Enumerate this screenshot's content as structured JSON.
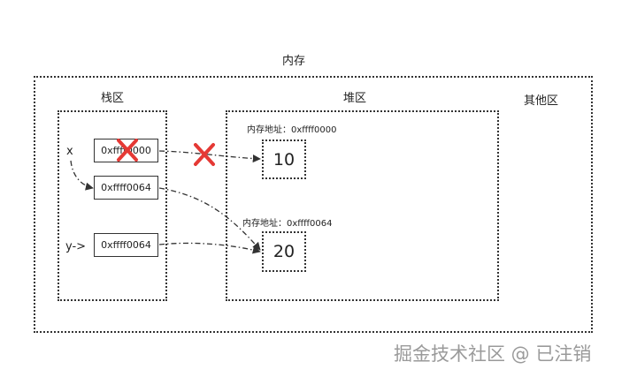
{
  "memory": {
    "title": "内存"
  },
  "stack": {
    "title": "栈区",
    "x_label": "x",
    "y_label": "y->",
    "cells": [
      "0xffff0000",
      "0xffff0064",
      "0xffff0064"
    ]
  },
  "heap": {
    "title": "堆区",
    "objects": [
      {
        "address_label": "内存地址：0xffff0000",
        "value": "10"
      },
      {
        "address_label": "内存地址：0xffff0064",
        "value": "20"
      }
    ]
  },
  "other": {
    "title": "其他区"
  },
  "watermark": "掘金技术社区 @ 已注销",
  "colors": {
    "cross": "#e53935",
    "line": "#333333"
  }
}
